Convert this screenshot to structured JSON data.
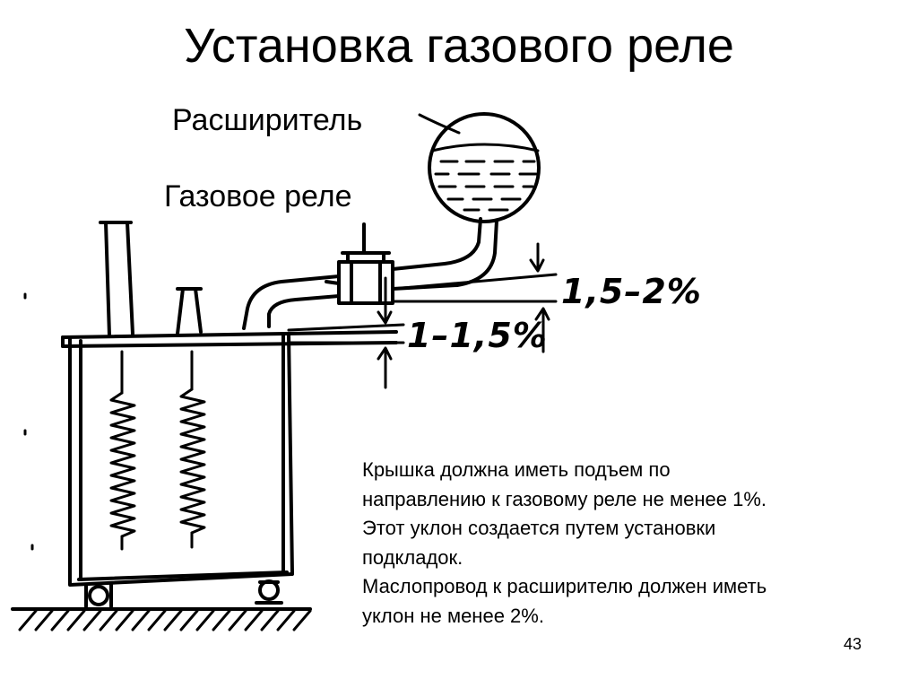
{
  "slide": {
    "title": "Установка газового реле",
    "page_number": "43"
  },
  "diagram": {
    "labels": {
      "expander": "Расширитель",
      "gas_relay": "Газовое реле"
    },
    "slopes": {
      "pipe_slope": "1,5–2%",
      "cover_slope": "1–1,5%"
    }
  },
  "note": {
    "lines": [
      "Крышка должна иметь подъем по",
      "направлению к газовому реле не менее 1%.",
      "Этот уклон создается путем установки",
      "подкладок.",
      "Маслопровод к расширителю должен иметь",
      "уклон не менее 2%."
    ]
  }
}
